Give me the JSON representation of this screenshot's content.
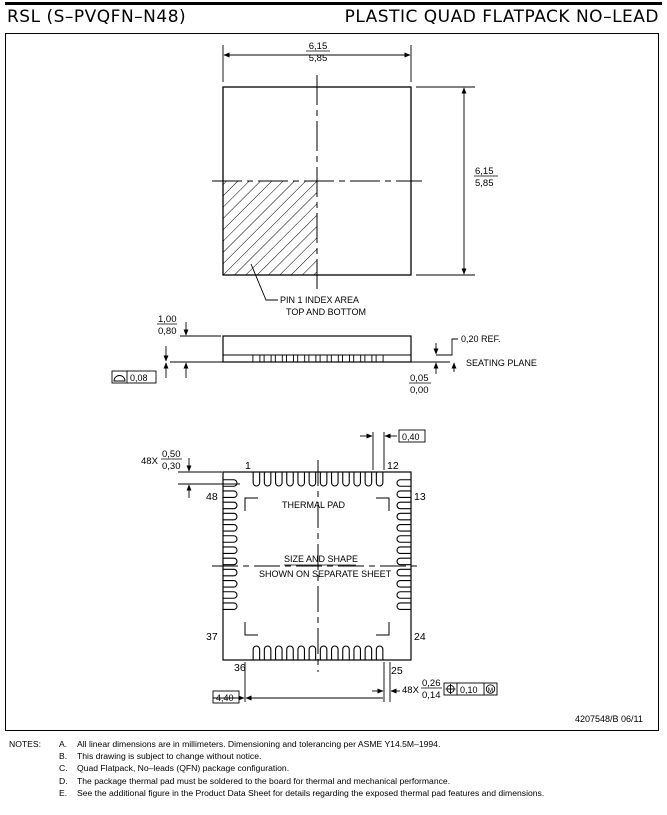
{
  "header": {
    "left_title": "RSL (S–PVQFN–N48)",
    "right_title": "PLASTIC QUAD FLATPACK NO–LEAD"
  },
  "drawing": {
    "top_view": {
      "width_max": "6,15",
      "width_min": "5,85",
      "height_max": "6,15",
      "height_min": "5,85",
      "index_label_1": "PIN 1 INDEX AREA",
      "index_label_2": "TOP AND BOTTOM"
    },
    "side_view": {
      "height_max": "1,00",
      "height_min": "0,80",
      "ref": "0,20 REF.",
      "seating_plane": "SEATING PLANE",
      "flatness": "0,08",
      "standoff_max": "0,05",
      "standoff_min": "0,00"
    },
    "bottom_view": {
      "lead_count_prefix": "48X",
      "lead_len_max": "0,50",
      "lead_len_min": "0,30",
      "pitch": "0,40",
      "pin_1": "1",
      "pin_12": "12",
      "pin_13": "13",
      "pin_24": "24",
      "pin_25": "25",
      "pin_36": "36",
      "pin_37": "37",
      "pin_48": "48",
      "thermal_pad": "THERMAL PAD",
      "size_shape_1": "SIZE AND SHAPE",
      "size_shape_2": "SHOWN ON SEPARATE SHEET",
      "span": "4,40",
      "width_prefix": "48X",
      "lead_w_max": "0,26",
      "lead_w_min": "0,14",
      "position_tol": "0,10",
      "mmc": "M"
    },
    "doc_number": "4207548/B 06/11"
  },
  "notes": {
    "label": "NOTES:",
    "items": [
      {
        "key": "A.",
        "text": "All linear dimensions are in millimeters. Dimensioning and tolerancing per ASME Y14.5M–1994."
      },
      {
        "key": "B.",
        "text": "This drawing is subject to change without notice."
      },
      {
        "key": "C.",
        "text": "Quad Flatpack, No–leads (QFN) package configuration."
      },
      {
        "key": "D.",
        "text": "The package thermal pad must be soldered to the board for thermal and mechanical performance."
      },
      {
        "key": "E.",
        "text": "See the additional figure in the Product Data Sheet for details regarding the exposed thermal pad features and dimensions."
      }
    ]
  }
}
